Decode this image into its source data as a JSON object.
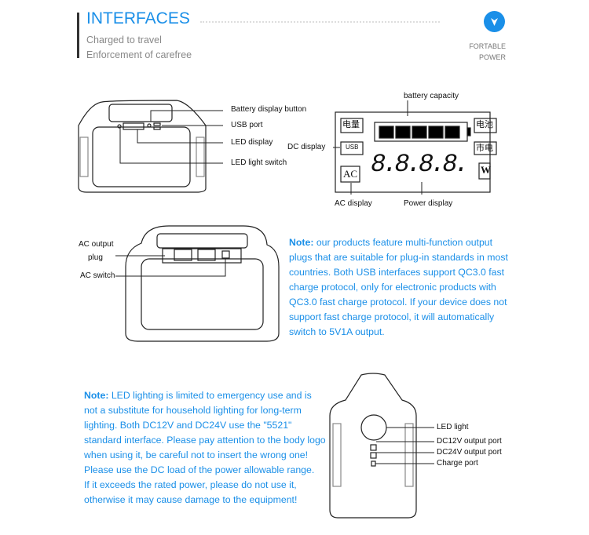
{
  "header": {
    "title": "INTERFACES",
    "subtitle1": "Charged to travel",
    "subtitle2": "Enforcement of carefree",
    "brand_line1": "FORTABLE",
    "brand_line2": "POWER",
    "accent": "#1a8fe8"
  },
  "diagram1": {
    "labels": [
      "Battery display button",
      "USB port",
      "LED display",
      "LED light switch"
    ]
  },
  "lcd": {
    "battery_capacity": "battery capacity",
    "dc_display": "DC display",
    "ac_display": "AC display",
    "power_display": "Power display",
    "tag_power": "电量",
    "tag_usb": "USB",
    "tag_ac": "AC",
    "tag_battery": "电池",
    "tag_mains": "市电",
    "tag_w": "W",
    "digits": "8.8.8.8."
  },
  "diagram2": {
    "ac_output_1": "AC output",
    "ac_output_2": "plug",
    "ac_switch": "AC switch"
  },
  "note1": {
    "label": "Note:",
    "lines": [
      " our products feature multi-function output",
      "plugs that are suitable for plug-in standards in most",
      "countries. Both USB interfaces support QC3.0 fast",
      "charge protocol, only for electronic products with",
      "QC3.0 fast charge protocol. If your device does not",
      "support fast charge protocol, it will automatically",
      "switch to 5V1A output."
    ]
  },
  "note2": {
    "label": "Note:",
    "lines": [
      " LED lighting is limited to emergency use and is",
      "not a substitute for household lighting for long-term",
      "lighting. Both DC12V and DC24V use the \"5521\"",
      "standard interface. Please pay attention to the body logo",
      "when using it, be careful not to insert the wrong one!",
      "Please use the DC load of the power allowable range.",
      "If it exceeds the rated power, please do not use it,",
      "otherwise it may cause damage to the equipment!"
    ]
  },
  "diagram3": {
    "labels": [
      "LED light",
      "DC12V output port",
      "DC24V output port",
      "Charge port"
    ]
  }
}
